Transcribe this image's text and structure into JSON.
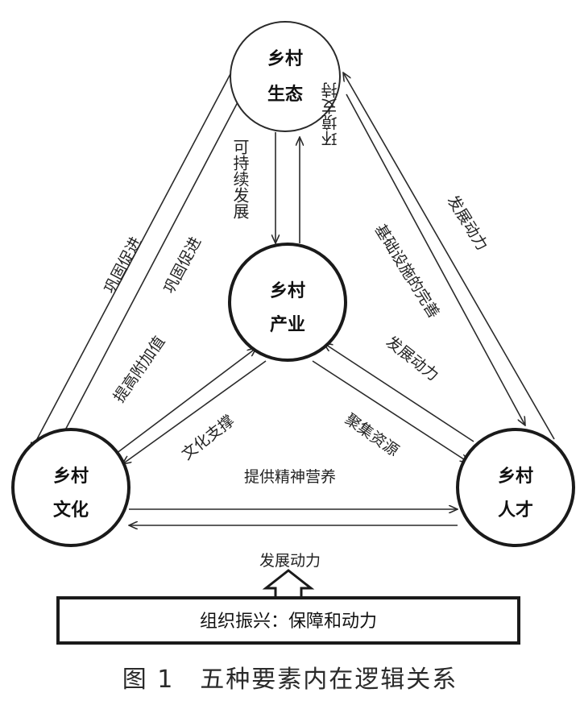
{
  "nodes": {
    "ecology": {
      "line1": "乡村",
      "line2": "生态"
    },
    "industry": {
      "line1": "乡村",
      "line2": "产业"
    },
    "culture": {
      "line1": "乡村",
      "line2": "文化"
    },
    "talent": {
      "line1": "乡村",
      "line2": "人才"
    }
  },
  "edge_labels": {
    "sustainable_development": "可持续发展",
    "quality_support": "环境支持",
    "consolidate_outer": "巩固促进",
    "consolidate_inner": "巩固促进",
    "raise_added_value": "提高附加值",
    "culture_to_industry": "文化支撑",
    "develop_power_outer": "发展动力",
    "infrastructure_improve": "基础设施的完善",
    "develop_power_inner": "发展动力",
    "talent_to_industry": "聚集资源",
    "spirit": "提供精神营养",
    "bottom_power": "发展动力"
  },
  "organization_box": "组织振兴：保障和动力",
  "caption": "图 1　五种要素内在逻辑关系"
}
